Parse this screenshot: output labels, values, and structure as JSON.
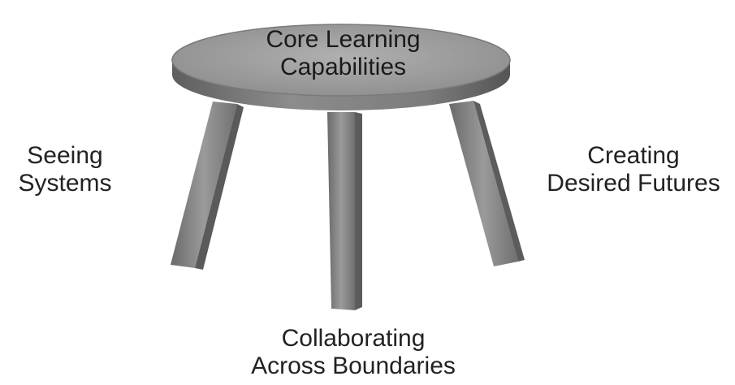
{
  "diagram": {
    "seat_label": [
      "Core Learning",
      "Capabilities"
    ],
    "legs": [
      {
        "id": "left",
        "lines": [
          "Seeing",
          "Systems"
        ]
      },
      {
        "id": "right",
        "lines": [
          "Creating",
          "Desired Futures"
        ]
      },
      {
        "id": "bottom",
        "lines": [
          "Collaborating",
          "Across Boundaries"
        ]
      }
    ]
  },
  "colors": {
    "seat_top": "#a0a0a0",
    "seat_rim": "#6e6e6e",
    "leg_front": "#8a8a8a",
    "leg_shade": "#5a5a5a",
    "text": "#222222"
  }
}
